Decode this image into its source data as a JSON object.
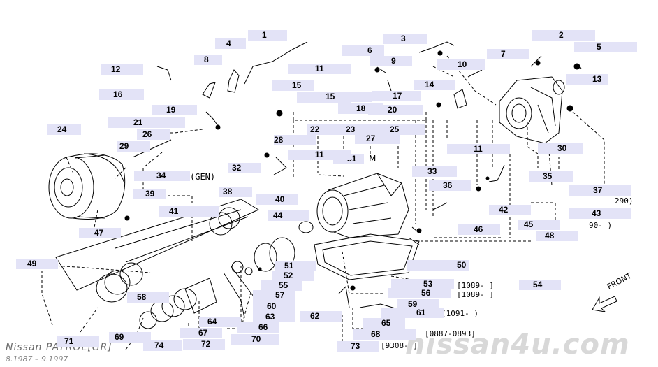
{
  "diagram": {
    "title": "Nissan PATROL[GR]",
    "subtitle": "8.1987 – 9.1997",
    "watermark": "nissan4u.com",
    "gen_note": "(GEN)",
    "m_mark": "M",
    "front_label": "FRONT",
    "callouts": [
      "1",
      "2",
      "3",
      "4",
      "5",
      "6",
      "7",
      "8",
      "9",
      "10",
      "11",
      "12",
      "13",
      "14",
      "15",
      "16",
      "17",
      "18",
      "19",
      "20",
      "21",
      "22",
      "23",
      "24",
      "25",
      "26",
      "27",
      "28",
      "29",
      "30",
      "31",
      "32",
      "33",
      "34",
      "35",
      "36",
      "37",
      "38",
      "39",
      "40",
      "41",
      "42",
      "43",
      "44",
      "45",
      "46",
      "47",
      "48",
      "49",
      "50",
      "51",
      "52",
      "53",
      "54",
      "55",
      "56",
      "57",
      "58",
      "59",
      "60",
      "61",
      "62",
      "63",
      "64",
      "65",
      "66",
      "67",
      "68",
      "69",
      "70",
      "71",
      "72",
      "73",
      "74"
    ],
    "extra_callouts": [
      "11",
      "11",
      "11",
      "15"
    ],
    "date_notes": {
      "d37": "290)",
      "d43": "90-  )",
      "d53": "[1089-  ]",
      "d56": "[1089-  ]",
      "d61": "(1091-  )",
      "d68": "[0887-0893]",
      "d73": "[9308-    ]"
    }
  }
}
